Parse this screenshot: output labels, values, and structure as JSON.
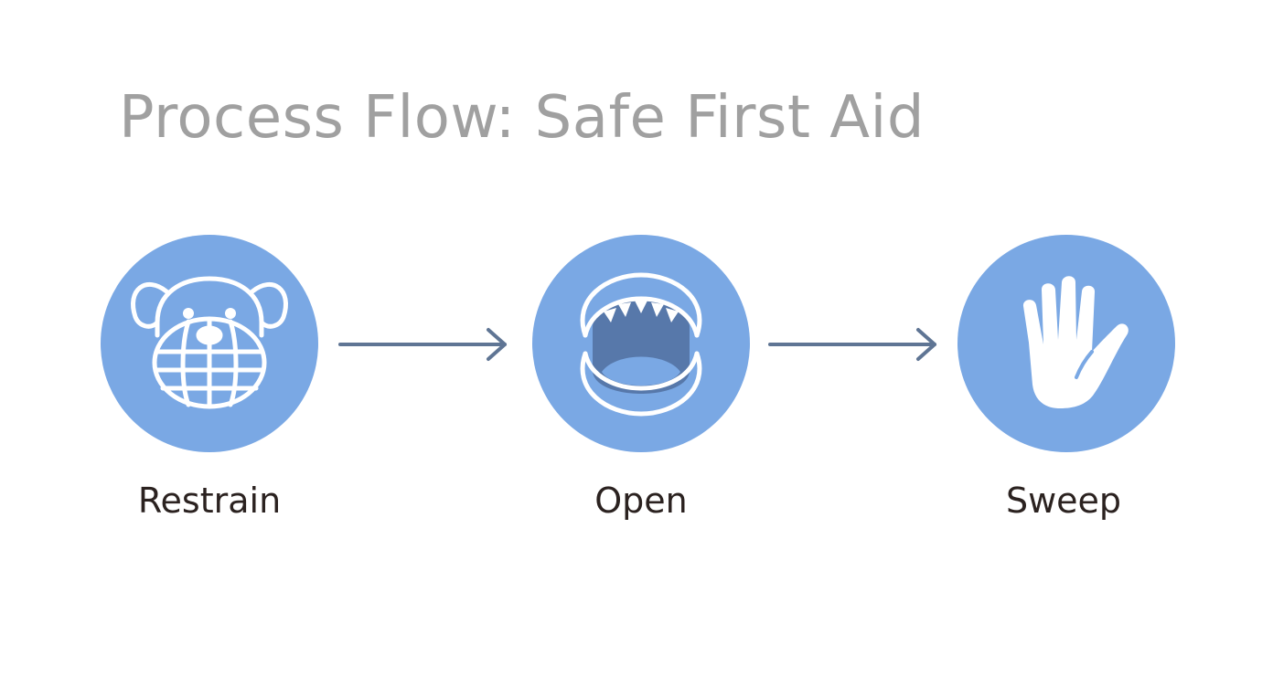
{
  "title": "Process Flow: Safe First Aid",
  "colors": {
    "circle_fill": "#7aa8e4",
    "icon_stroke": "#ffffff",
    "mouth_inner": "#5778aa",
    "arrow": "#5f7594",
    "title_text": "#a0a0a0",
    "label_text": "#2b2220"
  },
  "steps": [
    {
      "label": "Restrain",
      "icon": "muzzled-dog-icon"
    },
    {
      "label": "Open",
      "icon": "open-mouth-icon"
    },
    {
      "label": "Sweep",
      "icon": "open-hand-icon"
    }
  ]
}
